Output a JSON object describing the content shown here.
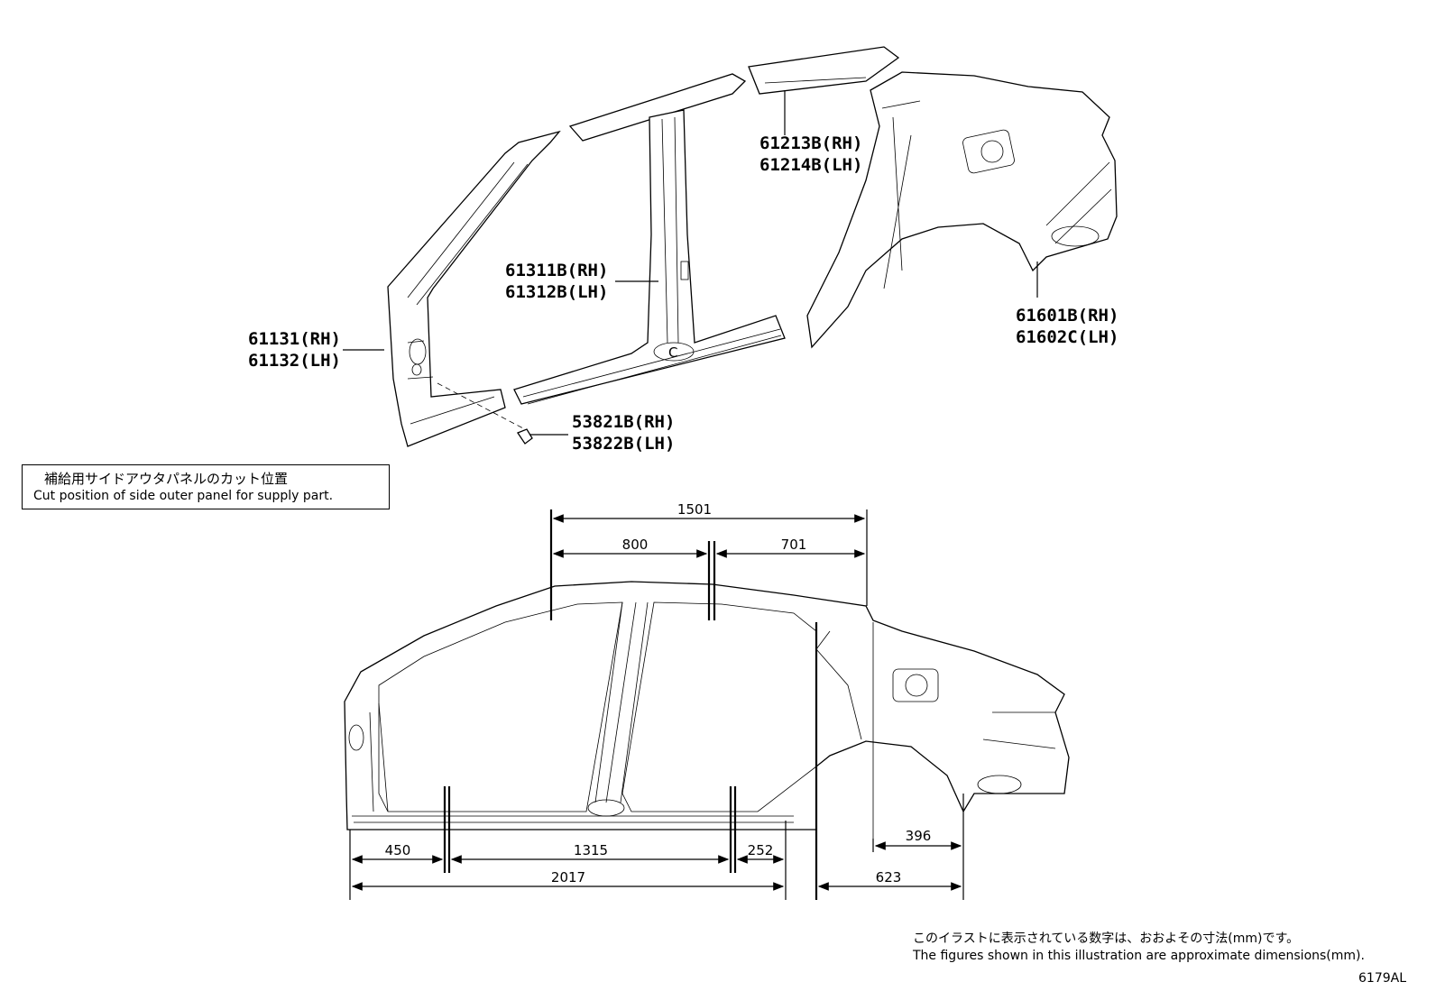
{
  "parts": {
    "roof_side_rear": [
      "61213B(RH)",
      "61214B(LH)"
    ],
    "center_pillar": [
      "61311B(RH)",
      "61312B(LH)"
    ],
    "front_pillar": [
      "61131(RH)",
      "61132(LH)"
    ],
    "quarter_panel": [
      "61601B(RH)",
      "61602C(LH)"
    ],
    "plug": [
      "53821B(RH)",
      "53822B(LH)"
    ]
  },
  "cut_note": {
    "jp": "補給用サイドアウタパネルのカット位置",
    "en": "Cut position of side outer panel for supply part."
  },
  "dimensions": {
    "top_total": "1501",
    "top_left": "800",
    "top_right": "701",
    "bottom_left": "450",
    "bottom_mid": "1315",
    "bottom_right": "252",
    "bottom_total": "2017",
    "rear_upper": "396",
    "rear_lower": "623"
  },
  "footnote": {
    "jp": "このイラストに表示されている数字は、おおよその寸法(mm)です。",
    "en": "The figures shown in this illustration are approximate dimensions(mm)."
  },
  "figure_id": "6179AL"
}
